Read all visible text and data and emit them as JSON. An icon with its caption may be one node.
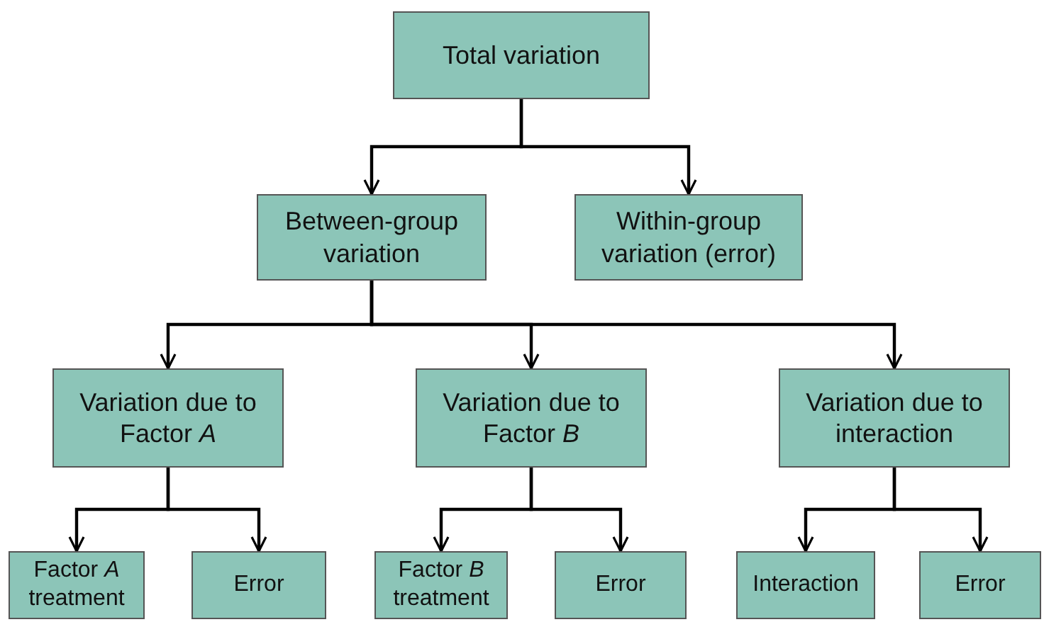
{
  "diagram": {
    "nodes": [
      {
        "text": [
          "Total variation"
        ]
      },
      {
        "text": [
          "Between-group variation"
        ]
      },
      {
        "text": [
          "Within-group variation (error)"
        ]
      },
      {
        "text": [
          "Variation due to Factor *A*"
        ]
      },
      {
        "text": [
          "Variation due to Factor *B*"
        ]
      },
      {
        "text": [
          "Variation due to interaction"
        ]
      },
      {
        "text": [
          "Factor *A* treatment"
        ]
      },
      {
        "text": [
          "Error"
        ]
      },
      {
        "text": [
          "Factor *B* treatment"
        ]
      },
      {
        "text": [
          "Error"
        ]
      },
      {
        "text": [
          "Interaction"
        ]
      },
      {
        "text": [
          "Error"
        ]
      }
    ],
    "edges": [
      {
        "from": 0,
        "to": 1,
        "arrow": "to"
      },
      {
        "from": 0,
        "to": 2,
        "arrow": "to"
      },
      {
        "from": 1,
        "to": 3,
        "arrow": "to"
      },
      {
        "from": 1,
        "to": 4,
        "arrow": "to"
      },
      {
        "from": 1,
        "to": 5,
        "arrow": "to"
      },
      {
        "from": 3,
        "to": 6,
        "arrow": "to"
      },
      {
        "from": 3,
        "to": 7,
        "arrow": "to"
      },
      {
        "from": 4,
        "to": 8,
        "arrow": "to"
      },
      {
        "from": 4,
        "to": 9,
        "arrow": "to"
      },
      {
        "from": 5,
        "to": 10,
        "arrow": "to"
      },
      {
        "from": 5,
        "to": 11,
        "arrow": "to"
      }
    ]
  }
}
